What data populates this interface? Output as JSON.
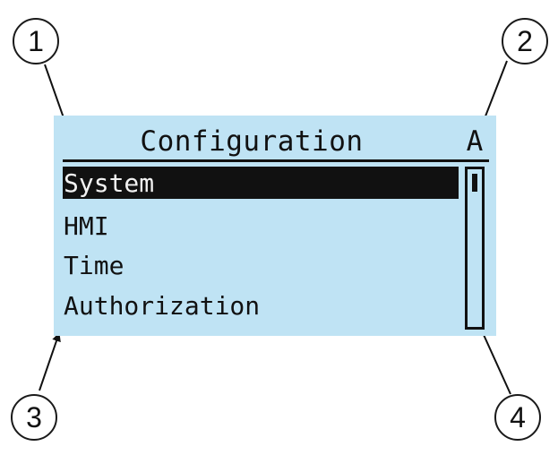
{
  "screen": {
    "title": "Configuration",
    "mode_indicator": "A",
    "menu_items": [
      {
        "label": "System",
        "selected": true
      },
      {
        "label": "HMI",
        "selected": false
      },
      {
        "label": "Time",
        "selected": false
      },
      {
        "label": "Authorization",
        "selected": false
      }
    ],
    "scroll_position": 0,
    "scroll_visible_fraction": 0.3,
    "background_color": "#bfe3f4",
    "foreground_color": "#111111"
  },
  "callouts": [
    {
      "number": "1"
    },
    {
      "number": "2"
    },
    {
      "number": "3"
    },
    {
      "number": "4"
    }
  ]
}
